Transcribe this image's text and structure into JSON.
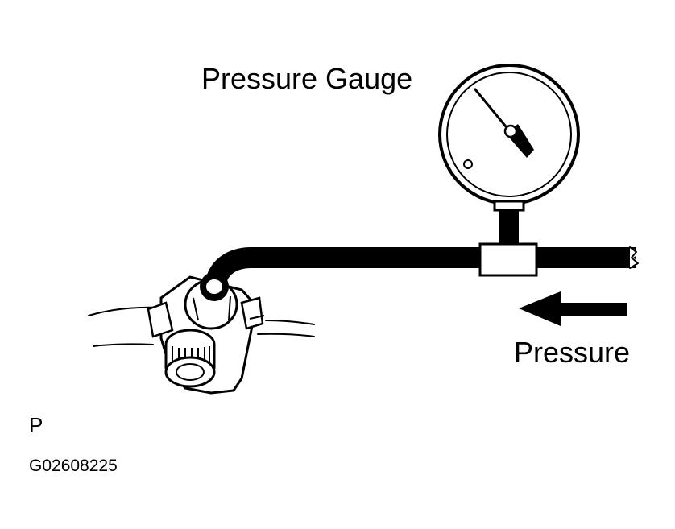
{
  "diagram": {
    "labels": {
      "pressure_gauge": "Pressure Gauge",
      "pressure": "Pressure",
      "view_code": "P",
      "figure_code": "G02608225"
    },
    "flow_direction": "right-to-left",
    "colors": {
      "ink": "#000000",
      "paper": "#ffffff"
    },
    "icons": {
      "gauge": "pressure-gauge-icon",
      "flow": "left-arrow-icon",
      "valve": "valve-fitting-icon"
    }
  }
}
